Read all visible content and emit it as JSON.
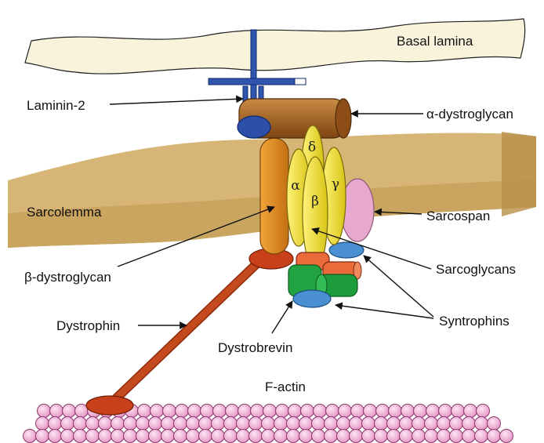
{
  "labels": {
    "basal_lamina": "Basal lamina",
    "laminin": "Laminin-2",
    "alpha_dystroglycan": "α-dystroglycan",
    "sarcolemma": "Sarcolemma",
    "sarcospan": "Sarcospan",
    "beta_dystroglycan": "β-dystroglycan",
    "sarcoglycans": "Sarcoglycans",
    "dystrophin": "Dystrophin",
    "syntrophins": "Syntrophins",
    "dystrobrevin": "Dystrobrevin",
    "f_actin": "F-actin"
  },
  "sarcoglycan_subunits": {
    "delta": "δ",
    "alpha": "α",
    "gamma": "γ",
    "beta": "β"
  },
  "colors": {
    "basal_lamina": "#faf3dc",
    "sarcolemma_top": "#dcc089",
    "sarcolemma_front": "#cfa962",
    "laminin": "#2b4fa6",
    "alpha_dystroglycan": "#a66220",
    "beta_dystroglycan": "#e08b1c",
    "sarcoglycan": "#f1e21d",
    "sarcospan": "#e7a6cc",
    "dystrophin": "#c44018",
    "syntrophin": "#4a8fd1",
    "dystrobrevin": "#1c9c3a",
    "f_actin": "#f2b9dc"
  }
}
